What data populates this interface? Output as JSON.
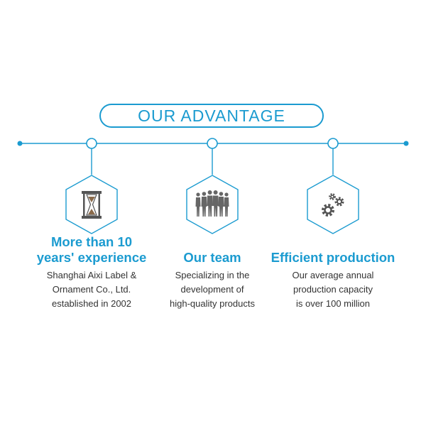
{
  "header": {
    "title": "OUR ADVANTAGE"
  },
  "colors": {
    "accent": "#1b9bd0",
    "text": "#333333",
    "icon_gray": "#555555"
  },
  "advantages": [
    {
      "title": "More than 10\nyears' experience",
      "description": "Shanghai Aixi Label &\nOrnament Co., Ltd.\nestablished in 2002",
      "icon": "hourglass-icon"
    },
    {
      "title": "Our team",
      "description": "Specializing in the\ndevelopment of\nhigh-quality products",
      "icon": "team-icon"
    },
    {
      "title": "Efficient production",
      "description": "Our average annual\nproduction capacity\nis over 100 million",
      "icon": "gears-icon"
    }
  ]
}
